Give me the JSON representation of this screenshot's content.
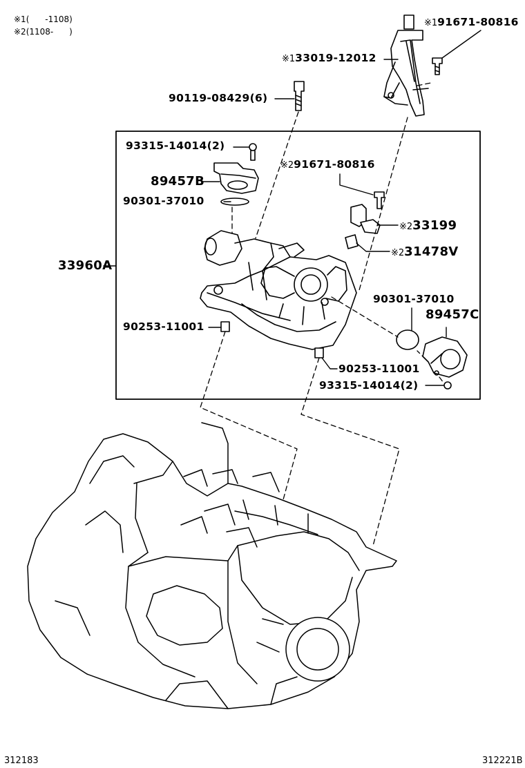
{
  "notes": [
    {
      "mark": "※1",
      "text": "(      -1108)"
    },
    {
      "mark": "※2",
      "text": "(1108-      )"
    }
  ],
  "parts": {
    "p_bracket_bolt": {
      "mark": "※1",
      "number": "91671-80816"
    },
    "p_bracket": {
      "mark": "※1",
      "number": "33019-12012"
    },
    "p_bolt6": {
      "mark": "",
      "number": "90119-08429(6)"
    },
    "p_screw_top": {
      "mark": "",
      "number": "93315-14014(2)"
    },
    "p_sensor_b": {
      "mark": "",
      "number": "89457B"
    },
    "p_oring_top": {
      "mark": "",
      "number": "90301-37010"
    },
    "p_bolt_x2": {
      "mark": "※2",
      "number": "91671-80816"
    },
    "p_33199": {
      "mark": "※2",
      "number": "33199"
    },
    "p_31478v": {
      "mark": "※2",
      "number": "31478V"
    },
    "p_assy": {
      "mark": "",
      "number": "33960A"
    },
    "p_oring_right": {
      "mark": "",
      "number": "90301-37010"
    },
    "p_sensor_c": {
      "mark": "",
      "number": "89457C"
    },
    "p_pin_left": {
      "mark": "",
      "number": "90253-11001"
    },
    "p_pin_right": {
      "mark": "",
      "number": "90253-11001"
    },
    "p_screw_bottom": {
      "mark": "",
      "number": "93315-14014(2)"
    }
  },
  "codes": {
    "left": "312183",
    "right": "312221B"
  }
}
